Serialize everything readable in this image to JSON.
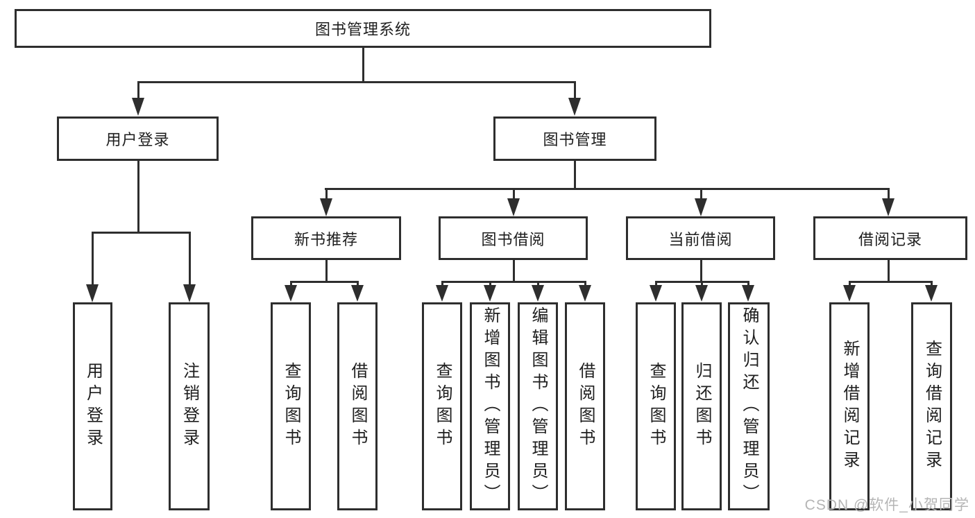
{
  "diagram": {
    "root": {
      "label": "图书管理系统"
    },
    "level2": [
      {
        "label": "用户登录"
      },
      {
        "label": "图书管理"
      }
    ],
    "level3": [
      {
        "label": "新书推荐"
      },
      {
        "label": "图书借阅"
      },
      {
        "label": "当前借阅"
      },
      {
        "label": "借阅记录"
      }
    ],
    "groups": {
      "login": [
        {
          "label": "用户登录"
        },
        {
          "label": "注销登录"
        }
      ],
      "recommend": [
        {
          "label": "查询图书"
        },
        {
          "label": "借阅图书"
        }
      ],
      "borrow": [
        {
          "label": "查询图书"
        },
        {
          "label": "新增图书（管理员）"
        },
        {
          "label": "编辑图书（管理员）"
        },
        {
          "label": "借阅图书"
        }
      ],
      "current": [
        {
          "label": "查询图书"
        },
        {
          "label": "归还图书"
        },
        {
          "label": "确认归还（管理员）"
        }
      ],
      "records": [
        {
          "label": "新增借阅记录"
        },
        {
          "label": "查询借阅记录"
        }
      ]
    }
  },
  "watermark": {
    "text": "CSDN @软件_小贺同学"
  },
  "colors": {
    "line": "#2e2e2e",
    "text": "#1e1e1e",
    "watermark_text": "#b5b5b5",
    "background": "#ffffff"
  }
}
